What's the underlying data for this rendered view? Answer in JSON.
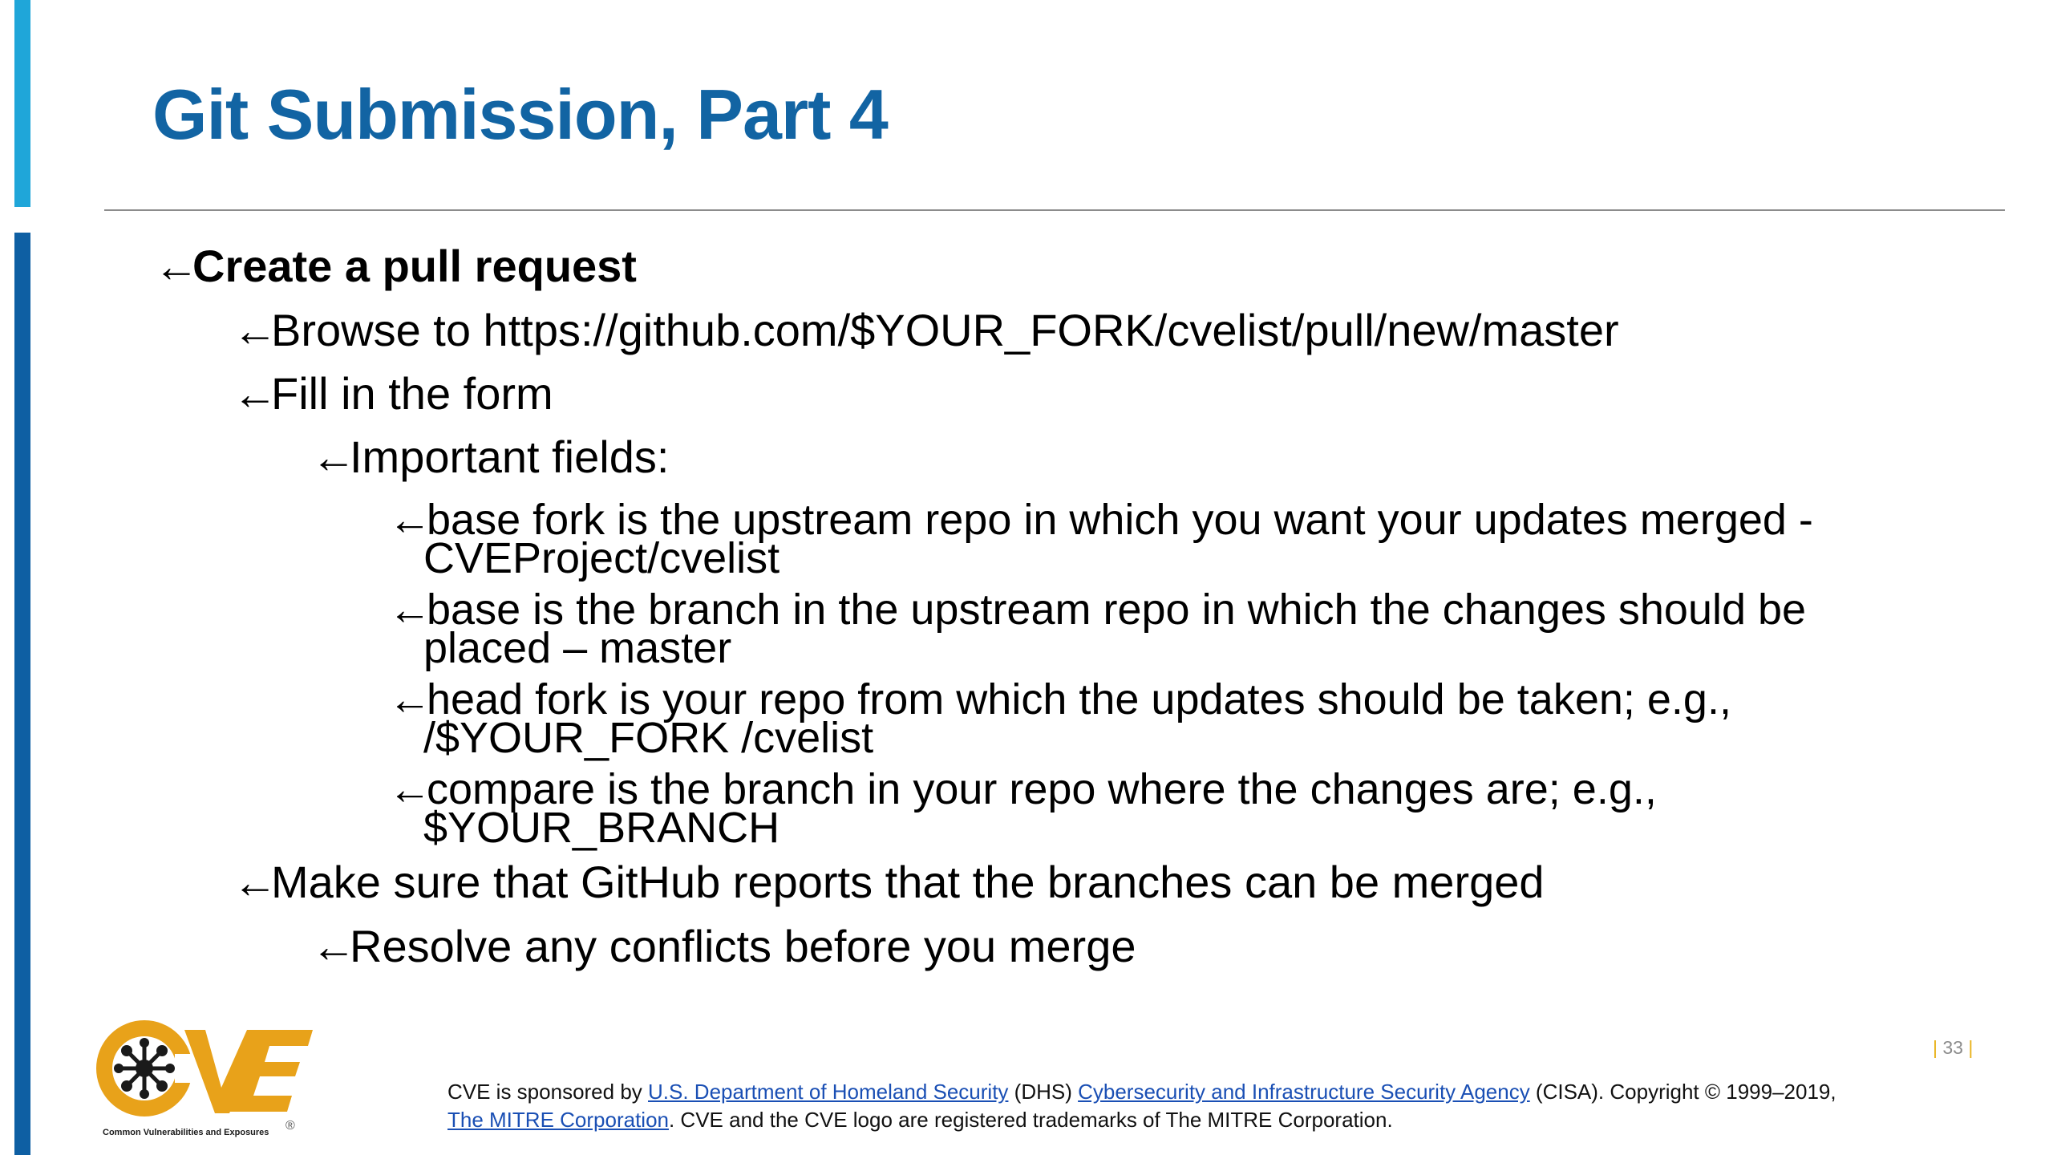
{
  "slide": {
    "title": "Git Submission, Part 4",
    "page_number": "33"
  },
  "bullets": {
    "b1": "Create a pull request",
    "b2": "Browse to https://github.com/$YOUR_FORK/cvelist/pull/new/master",
    "b3": "Fill in the form",
    "b4": "Important fields:",
    "b5_line1": "base fork is the upstream repo in which you want your updates merged -",
    "b5_line2": "CVEProject/cvelist",
    "b6_line1": "base is the branch in the upstream repo in which the changes should be",
    "b6_line2": "placed – master",
    "b7_line1": "head fork is your repo from which the updates should be taken; e.g.,",
    "b7_line2": "/$YOUR_FORK /cvelist",
    "b8_line1": "compare is the branch in your repo where the changes are; e.g.,",
    "b8_line2": "$YOUR_BRANCH",
    "b9": "Make sure that GitHub reports that the branches can be merged",
    "b10": "Resolve any conflicts before you merge",
    "arrow": "←"
  },
  "footer": {
    "logo_text": "CVE",
    "logo_reg": "®",
    "logo_caption": "Common Vulnerabilities and Exposures",
    "t1": "CVE is sponsored by ",
    "link_dhs": "U.S. Department of Homeland Security",
    "t2": " (DHS) ",
    "link_cisa": "Cybersecurity and Infrastructure Security Agency",
    "t3": " (CISA). Copyright © 1999–2019,",
    "link_mitre": "The MITRE Corporation",
    "t4": ". CVE and the CVE logo are registered trademarks of The MITRE Corporation."
  },
  "colors": {
    "title": "#1264a3",
    "accent_light": "#1fa6d9",
    "accent_dark": "#0e5fa3",
    "logo_orange": "#e8a21a",
    "link": "#1a4fb4"
  }
}
